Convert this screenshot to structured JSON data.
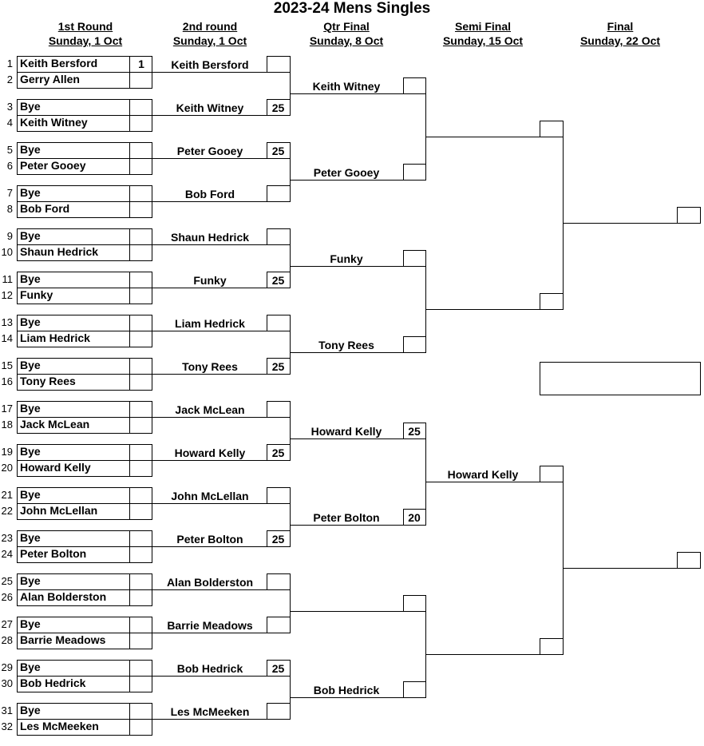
{
  "title": "2023-24 Mens Singles",
  "rounds": [
    {
      "name": "1st Round",
      "date": "Sunday, 1 Oct"
    },
    {
      "name": "2nd round",
      "date": "Sunday, 1 Oct"
    },
    {
      "name": "Qtr Final",
      "date": "Sunday, 8 Oct"
    },
    {
      "name": "Semi Final",
      "date": "Sunday, 15 Oct"
    },
    {
      "name": "Final",
      "date": "Sunday, 22 Oct"
    }
  ],
  "round1": [
    {
      "num": "1",
      "name": "Keith Bersford",
      "score": "1"
    },
    {
      "num": "2",
      "name": "Gerry Allen",
      "score": ""
    },
    {
      "num": "3",
      "name": "Bye",
      "score": ""
    },
    {
      "num": "4",
      "name": "Keith Witney",
      "score": ""
    },
    {
      "num": "5",
      "name": "Bye",
      "score": ""
    },
    {
      "num": "6",
      "name": "Peter Gooey",
      "score": ""
    },
    {
      "num": "7",
      "name": "Bye",
      "score": ""
    },
    {
      "num": "8",
      "name": "Bob Ford",
      "score": ""
    },
    {
      "num": "9",
      "name": "Bye",
      "score": ""
    },
    {
      "num": "10",
      "name": "Shaun Hedrick",
      "score": ""
    },
    {
      "num": "11",
      "name": "Bye",
      "score": ""
    },
    {
      "num": "12",
      "name": "Funky",
      "score": ""
    },
    {
      "num": "13",
      "name": "Bye",
      "score": ""
    },
    {
      "num": "14",
      "name": "Liam Hedrick",
      "score": ""
    },
    {
      "num": "15",
      "name": "Bye",
      "score": ""
    },
    {
      "num": "16",
      "name": "Tony Rees",
      "score": ""
    },
    {
      "num": "17",
      "name": "Bye",
      "score": ""
    },
    {
      "num": "18",
      "name": "Jack McLean",
      "score": ""
    },
    {
      "num": "19",
      "name": "Bye",
      "score": ""
    },
    {
      "num": "20",
      "name": "Howard Kelly",
      "score": ""
    },
    {
      "num": "21",
      "name": "Bye",
      "score": ""
    },
    {
      "num": "22",
      "name": "John McLellan",
      "score": ""
    },
    {
      "num": "23",
      "name": "Bye",
      "score": ""
    },
    {
      "num": "24",
      "name": "Peter Bolton",
      "score": ""
    },
    {
      "num": "25",
      "name": "Bye",
      "score": ""
    },
    {
      "num": "26",
      "name": "Alan Bolderston",
      "score": ""
    },
    {
      "num": "27",
      "name": "Bye",
      "score": ""
    },
    {
      "num": "28",
      "name": "Barrie Meadows",
      "score": ""
    },
    {
      "num": "29",
      "name": "Bye",
      "score": ""
    },
    {
      "num": "30",
      "name": "Bob Hedrick",
      "score": ""
    },
    {
      "num": "31",
      "name": "Bye",
      "score": ""
    },
    {
      "num": "32",
      "name": "Les McMeeken",
      "score": ""
    }
  ],
  "round2": [
    {
      "name": "Keith Bersford",
      "score": ""
    },
    {
      "name": "Keith Witney",
      "score": "25"
    },
    {
      "name": "Peter Gooey",
      "score": "25"
    },
    {
      "name": "Bob Ford",
      "score": ""
    },
    {
      "name": "Shaun Hedrick",
      "score": ""
    },
    {
      "name": "Funky",
      "score": "25"
    },
    {
      "name": "Liam Hedrick",
      "score": ""
    },
    {
      "name": "Tony Rees",
      "score": "25"
    },
    {
      "name": "Jack McLean",
      "score": ""
    },
    {
      "name": "Howard Kelly",
      "score": "25"
    },
    {
      "name": "John McLellan",
      "score": ""
    },
    {
      "name": "Peter Bolton",
      "score": "25"
    },
    {
      "name": "Alan Bolderston",
      "score": ""
    },
    {
      "name": "Barrie Meadows",
      "score": ""
    },
    {
      "name": "Bob Hedrick",
      "score": "25"
    },
    {
      "name": "Les McMeeken",
      "score": ""
    }
  ],
  "qf": [
    {
      "name": "Keith Witney",
      "score": ""
    },
    {
      "name": "Peter Gooey",
      "score": ""
    },
    {
      "name": "Funky",
      "score": ""
    },
    {
      "name": "Tony Rees",
      "score": ""
    },
    {
      "name": "Howard Kelly",
      "score": "25"
    },
    {
      "name": "Peter Bolton",
      "score": "20"
    },
    {
      "name": "",
      "score": ""
    },
    {
      "name": "Bob Hedrick",
      "score": ""
    }
  ],
  "sf": [
    {
      "name": "",
      "score": ""
    },
    {
      "name": "",
      "score": ""
    },
    {
      "name": "Howard Kelly",
      "score": ""
    },
    {
      "name": "",
      "score": ""
    }
  ],
  "final": [
    {
      "name": "",
      "score": ""
    },
    {
      "name": "",
      "score": ""
    }
  ],
  "winner": {
    "name": ""
  }
}
